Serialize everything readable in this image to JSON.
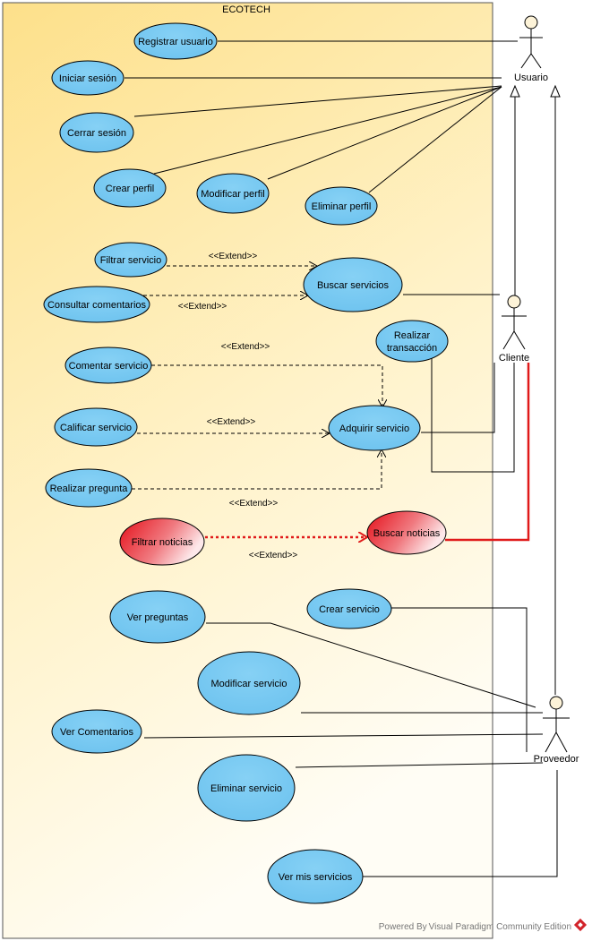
{
  "system": {
    "title": "ECOTECH"
  },
  "actors": {
    "usuario": "Usuario",
    "cliente": "Cliente",
    "proveedor": "Proveedor"
  },
  "use_cases": {
    "registrar_usuario": "Registrar usuario",
    "iniciar_sesion": "Iniciar sesión",
    "cerrar_sesion": "Cerrar sesión",
    "crear_perfil": "Crear perfil",
    "modificar_perfil": "Modificar perfil",
    "eliminar_perfil": "Eliminar perfil",
    "filtrar_servicio": "Filtrar servicio",
    "consultar_comentarios": "Consultar comentarios",
    "buscar_servicios": "Buscar servicios",
    "realizar_transaccion_1": "Realizar",
    "realizar_transaccion_2": "transacción",
    "comentar_servicio": "Comentar servicio",
    "calificar_servicio": "Calificar servicio",
    "adquirir_servicio": "Adquirir servicio",
    "realizar_pregunta": "Realizar pregunta",
    "filtrar_noticias": "Filtrar noticias",
    "buscar_noticias": "Buscar noticias",
    "crear_servicio": "Crear servicio",
    "ver_preguntas": "Ver preguntas",
    "modificar_servicio": "Modificar servicio",
    "ver_comentarios": "Ver Comentarios",
    "eliminar_servicio": "Eliminar servicio",
    "ver_mis_servicios": "Ver mis servicios"
  },
  "extend_label": "<<Extend>>",
  "footer": "Powered By Visual Paradigm Community Edition",
  "colors": {
    "usecase_fill": "#7ccbf2",
    "highlight_fill": "#e8141e",
    "highlight_line": "#e01a1a",
    "system_gradient_top": "#fde38c",
    "system_gradient_bottom": "#fffdf3"
  }
}
